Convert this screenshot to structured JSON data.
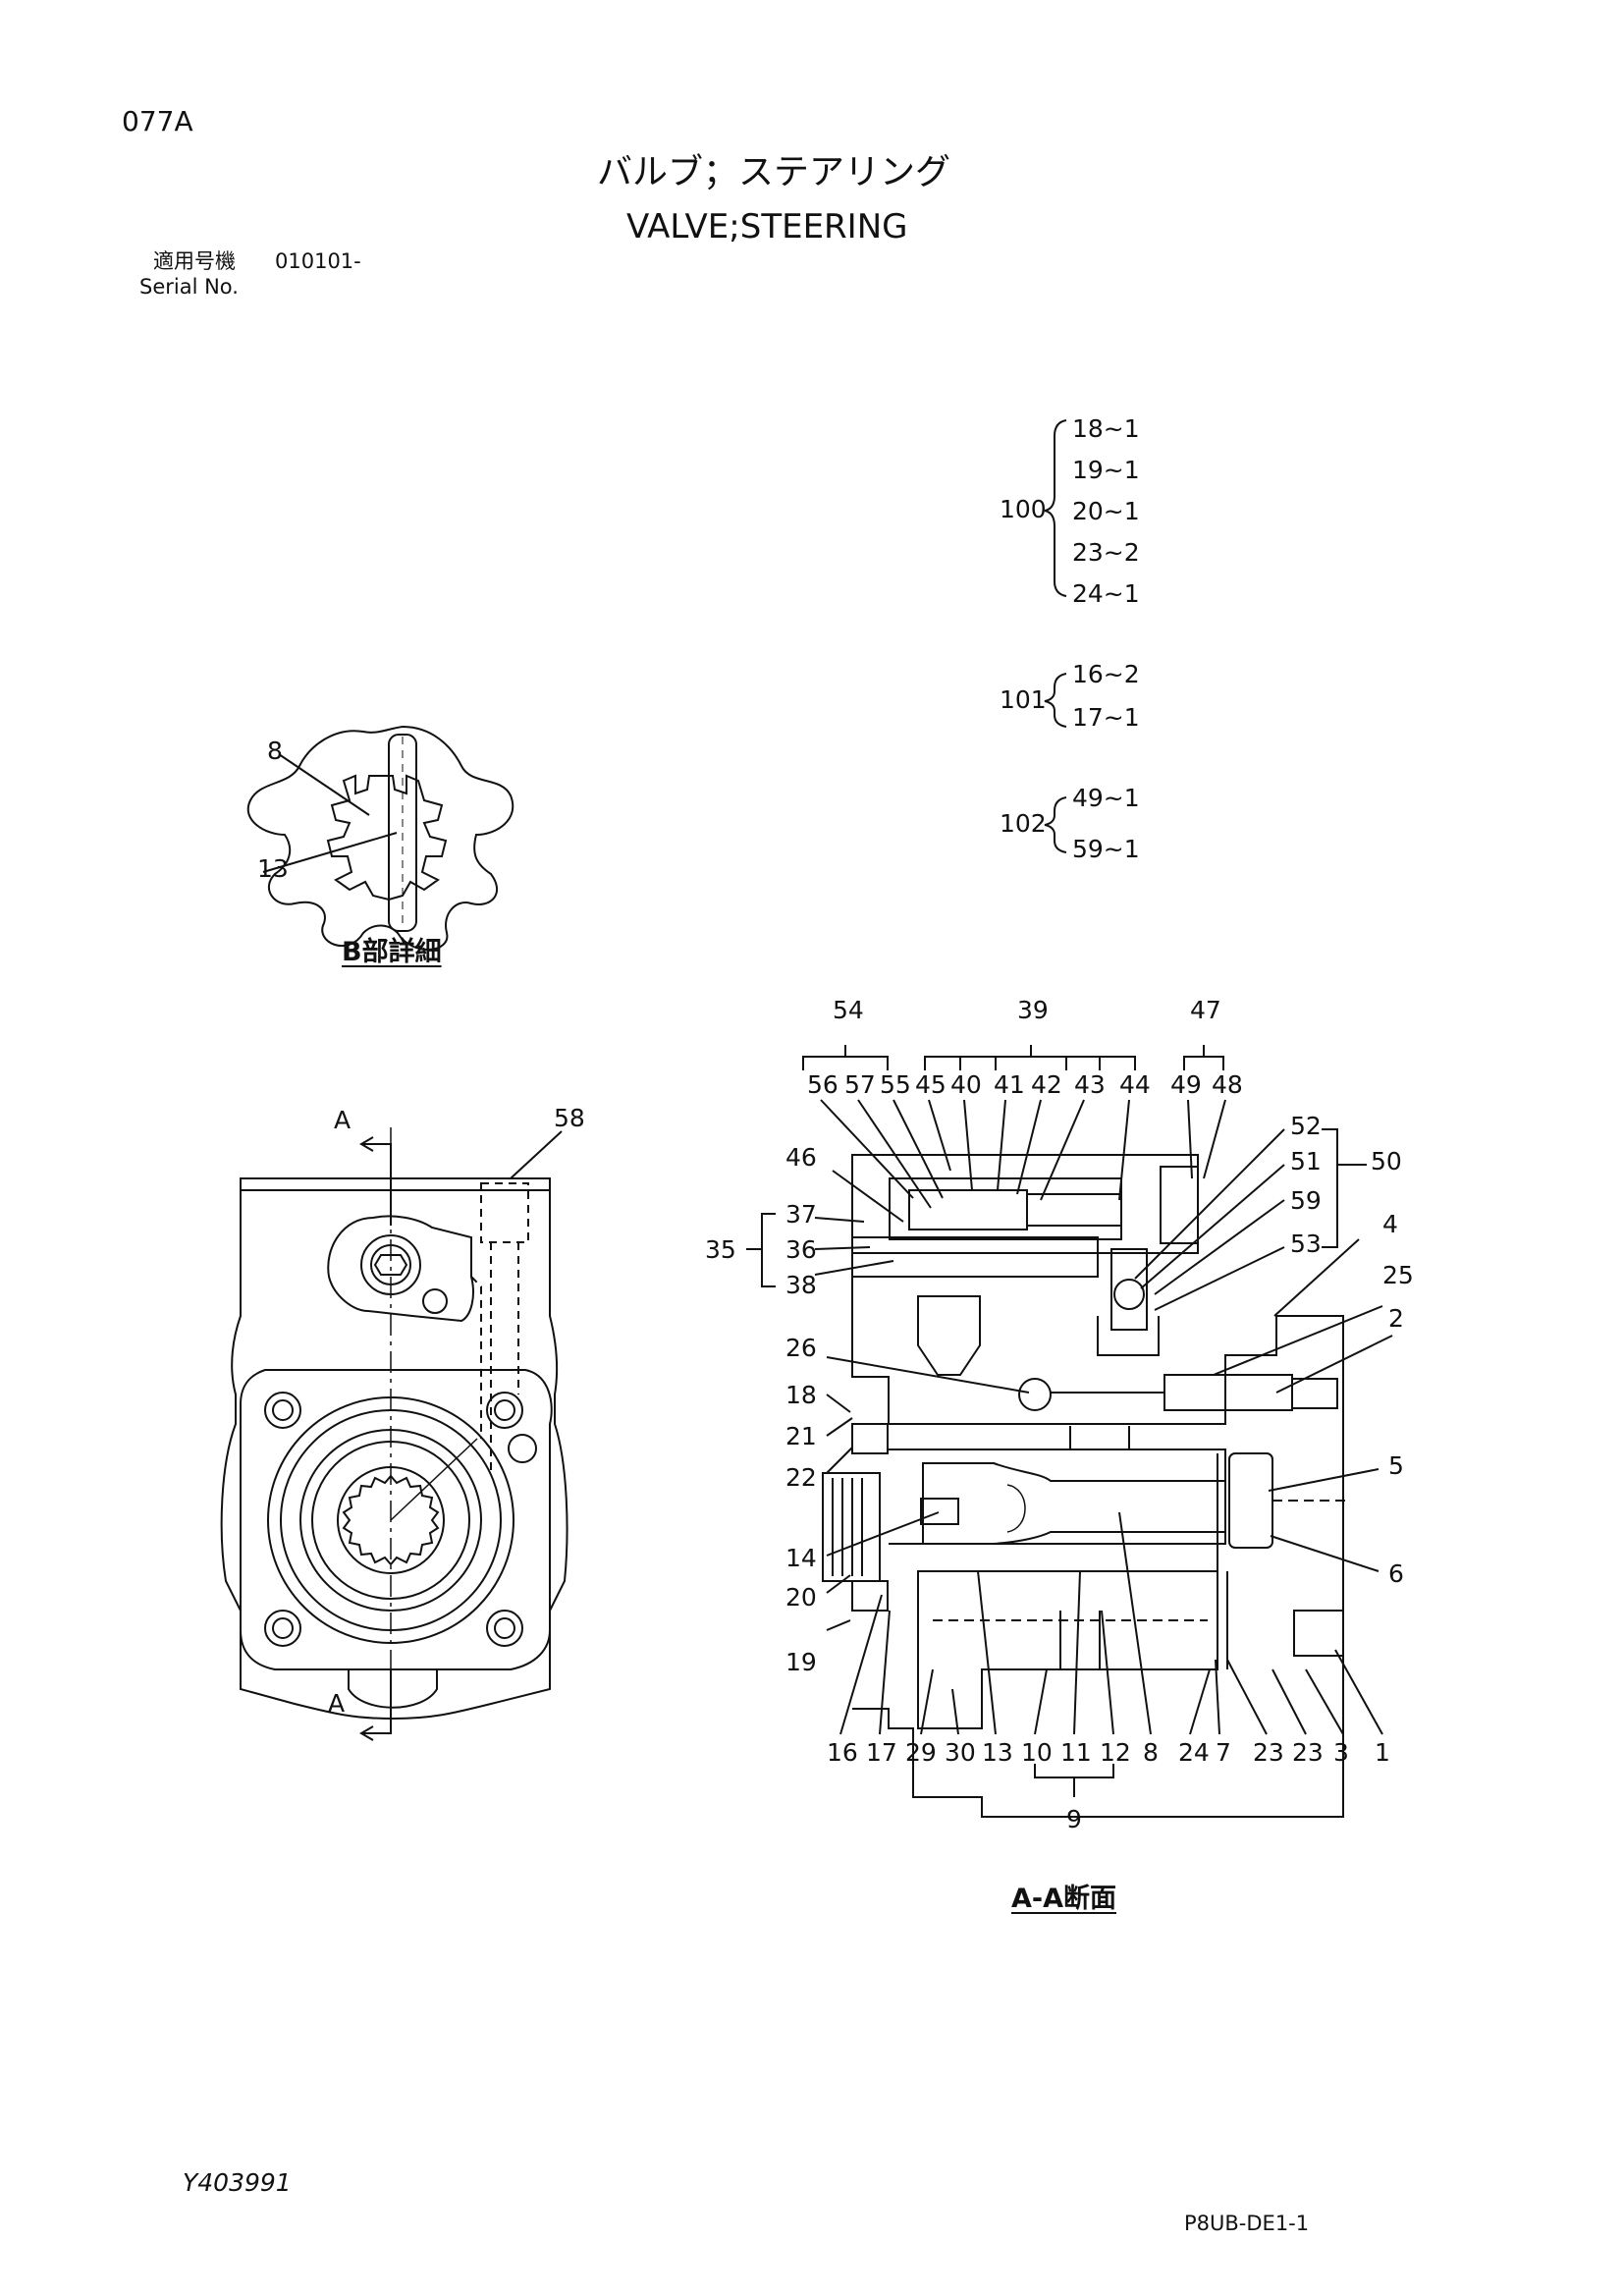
{
  "page": {
    "code": "077A",
    "title_jp": "バルブ；ステアリング",
    "title_en": "VALVE;STEERING",
    "serial_label_jp": "適用号機",
    "serial_value": "010101-",
    "serial_label_en": "Serial No.",
    "drawing_number": "Y403991",
    "page_ref": "P8UB-DE1-1"
  },
  "kits": [
    {
      "number": "100",
      "items": [
        "18~1",
        "19~1",
        "20~1",
        "23~2",
        "24~1"
      ]
    },
    {
      "number": "101",
      "items": [
        "16~2",
        "17~1"
      ]
    },
    {
      "number": "102",
      "items": [
        "49~1",
        "59~1"
      ]
    }
  ],
  "detail_b": {
    "caption": "B部詳細",
    "labels": {
      "l8": "8",
      "l13": "13"
    }
  },
  "front_view": {
    "section_mark_top": "A",
    "section_mark_bottom": "A",
    "label_58": "58"
  },
  "section_aa": {
    "caption": "A-A断面",
    "top_groups": {
      "g54": "54",
      "g39": "39",
      "g47": "47"
    },
    "top_row": [
      "56",
      "57",
      "55",
      "45",
      "40",
      "41",
      "42",
      "43",
      "44",
      "49",
      "48"
    ],
    "left_labels": {
      "l46": "46",
      "l37": "37",
      "l35": "35",
      "l36": "36",
      "l38": "38",
      "l26": "26",
      "l18": "18",
      "l21": "21",
      "l22": "22",
      "l14": "14",
      "l20": "20",
      "l19": "19"
    },
    "right_labels": {
      "l52": "52",
      "l51": "51",
      "l50": "50",
      "l59": "59",
      "l53": "53",
      "l4": "4",
      "l25": "25",
      "l2": "2",
      "l5": "5",
      "l6": "6"
    },
    "bottom_row": [
      "16",
      "17",
      "29",
      "30",
      "13",
      "10",
      "11",
      "12",
      "8",
      "24",
      "7",
      "23",
      "23",
      "3",
      "1"
    ],
    "bottom_group": "9"
  }
}
